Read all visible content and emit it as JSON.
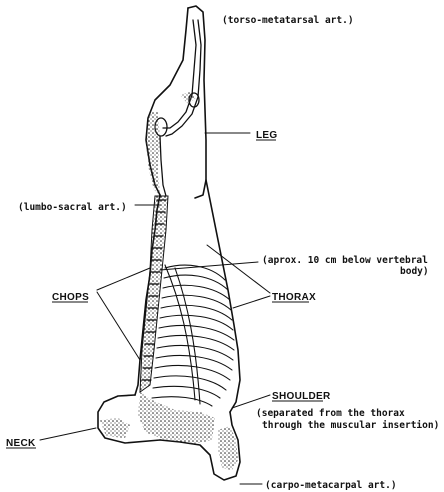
{
  "diagram": {
    "labels": {
      "torso_metatarsal": "(torso-metatarsal art.)",
      "leg": "LEG",
      "lumbo_sacral": "(lumbo-sacral art.)",
      "approx_line1": "(aprox. 10 cm below  vertebral",
      "approx_line2": "body)",
      "chops": "CHOPS",
      "thorax": "THORAX",
      "shoulder": "SHOULDER",
      "separated_line1": "(separated from the thorax",
      "separated_line2": "through the muscular insertion)",
      "neck": "NECK",
      "carpo_metacarpal": "(carpo-metacarpal art.)"
    },
    "colors": {
      "ink": "#111111",
      "paper": "#ffffff"
    }
  }
}
